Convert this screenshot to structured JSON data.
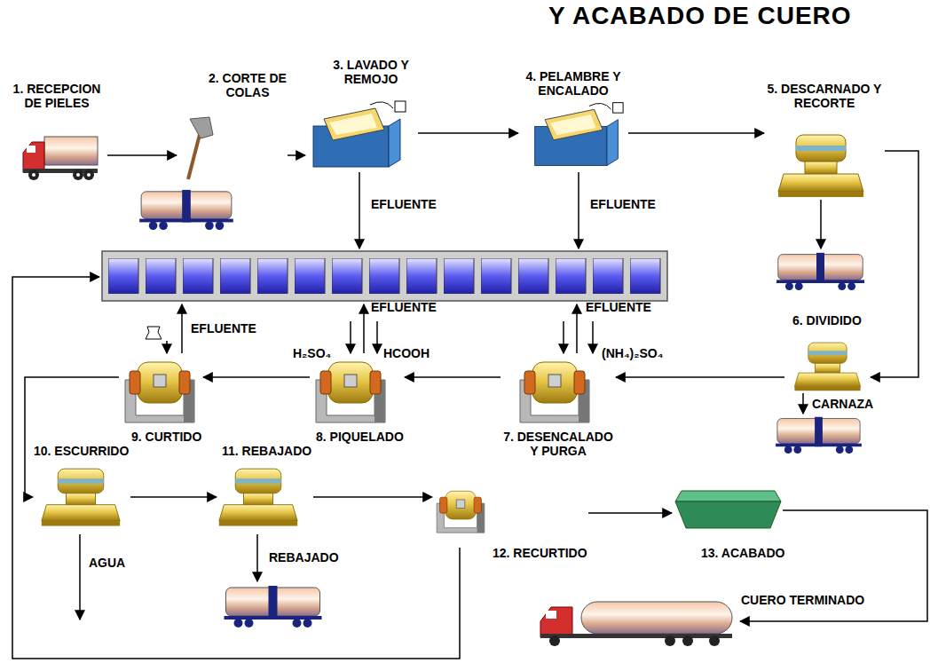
{
  "diagram": {
    "title": "Y ACABADO DE CUERO",
    "nodes": [
      {
        "text": [
          "1. RECEPCION DE PIELES"
        ]
      },
      {
        "text": [
          "2. CORTE DE COLAS"
        ]
      },
      {
        "text": [
          "3. LAVADO Y REMOJO"
        ]
      },
      {
        "text": [
          "4. PELAMBRE Y ENCALADO"
        ]
      },
      {
        "text": [
          "5. DESCARNADO Y RECORTE"
        ]
      },
      {
        "text": [
          "6. DIVIDIDO"
        ]
      },
      {
        "text": [
          "7. DESENCALADO Y PURGA"
        ]
      },
      {
        "text": [
          "8. PIQUELADO"
        ]
      },
      {
        "text": [
          "9. CURTIDO"
        ]
      },
      {
        "text": [
          "10. ESCURRIDO"
        ]
      },
      {
        "text": [
          "11. REBAJADO"
        ]
      },
      {
        "text": [
          "12. RECURTIDO"
        ]
      },
      {
        "text": [
          "13. ACABADO"
        ]
      }
    ],
    "edges": [
      {
        "from": 0,
        "to": 1,
        "arrow": "to"
      },
      {
        "from": 1,
        "to": 2,
        "arrow": "to"
      },
      {
        "from": 2,
        "to": 3,
        "arrow": "to"
      },
      {
        "from": 3,
        "to": 4,
        "arrow": "to"
      },
      {
        "from": 4,
        "to": 5,
        "arrow": "to"
      },
      {
        "from": 5,
        "to": 6,
        "arrow": "to"
      },
      {
        "from": 6,
        "to": 7,
        "arrow": "to"
      },
      {
        "from": 7,
        "to": 8,
        "arrow": "to"
      },
      {
        "from": 8,
        "to": 9,
        "arrow": "to"
      },
      {
        "from": 9,
        "to": 10,
        "arrow": "to"
      },
      {
        "from": 10,
        "to": 11,
        "arrow": "to"
      },
      {
        "from": 11,
        "to": 12,
        "arrow": "to"
      }
    ],
    "labels": [
      "EFLUENTE",
      "EFLUENTE",
      "CARNAZA",
      "EFLUENTE",
      "H₂SO₄",
      "EFLUENTE",
      "HCOOH",
      "EFLUENTE",
      "(NH₄)₂SO₄",
      "AGUA",
      "REBAJADO",
      "CUERO TERMINADO"
    ]
  }
}
